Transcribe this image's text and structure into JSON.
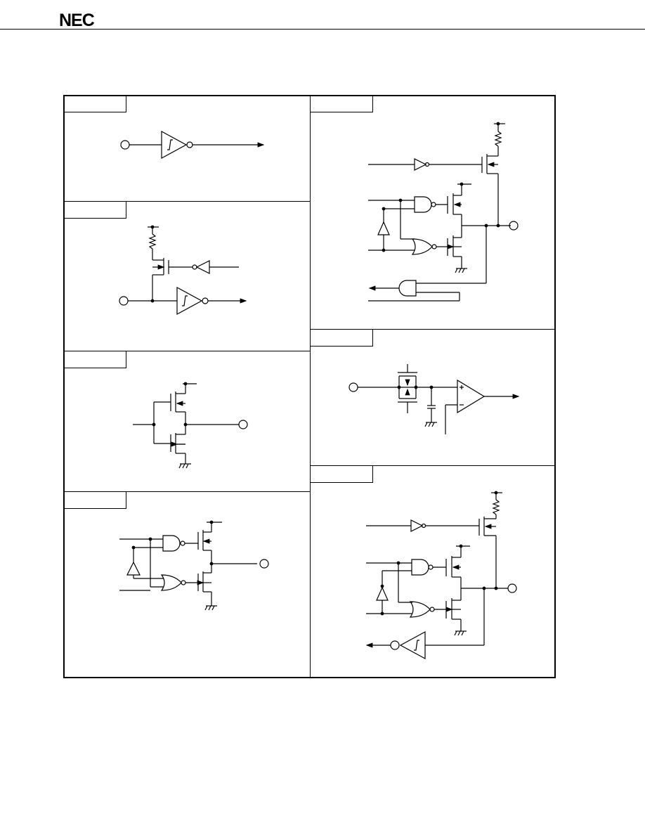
{
  "header": {
    "logo_text": "NEC"
  },
  "diagrams": [
    {
      "id": "schmitt-input"
    },
    {
      "id": "pullup-schmitt-input"
    },
    {
      "id": "cmos-push-pull-output"
    },
    {
      "id": "tristate-output"
    },
    {
      "id": "open-drain-io"
    },
    {
      "id": "analog-comparator-input"
    },
    {
      "id": "pullup-tristate-schmitt-io"
    }
  ]
}
